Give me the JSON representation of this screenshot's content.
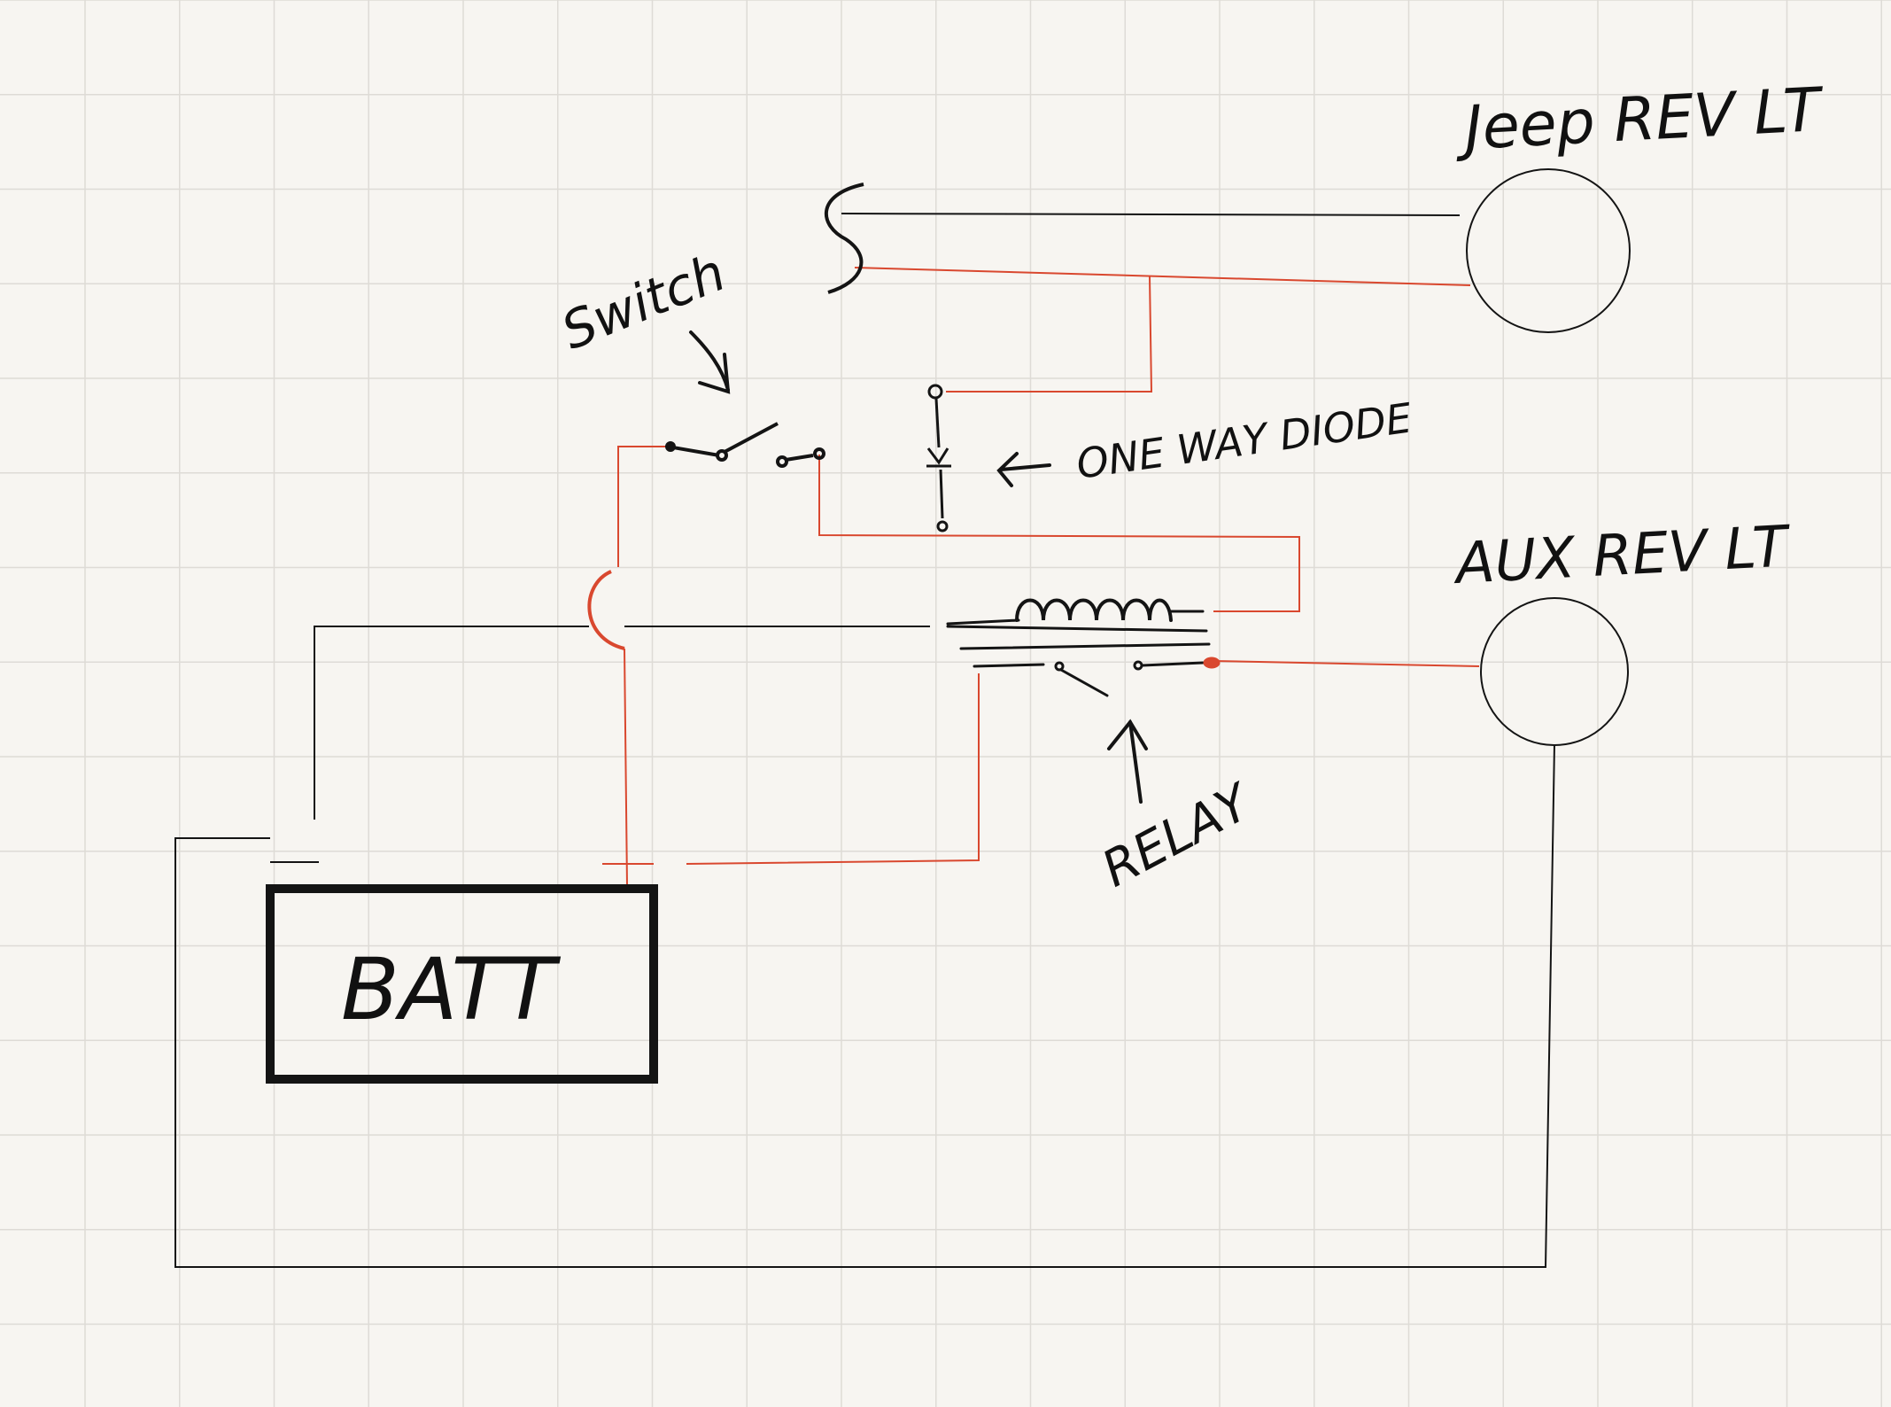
{
  "colors": {
    "background": "#f7f5f1",
    "grid": "#dedbd6",
    "ink": "#141414",
    "wire_red": "#d9482f"
  },
  "labels": {
    "jeep_light": "Jeep REV LT",
    "aux_light": "AUX REV LT",
    "switch": "Switch",
    "diode": "ONE WAY DIODE",
    "relay": "RELAY",
    "battery": "BATT"
  }
}
